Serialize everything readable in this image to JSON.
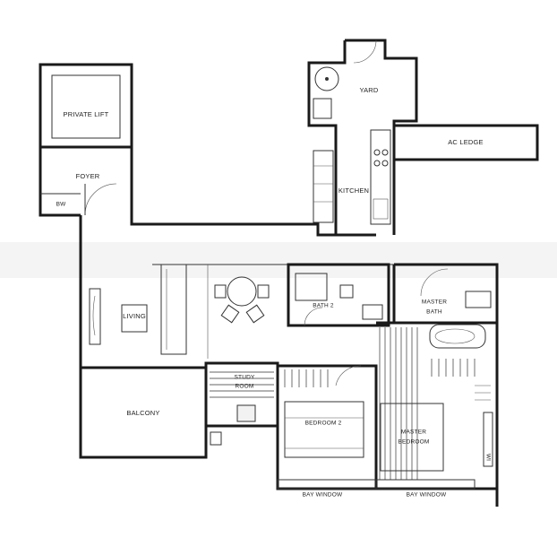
{
  "rooms": {
    "private_lift": "PRIVATE LIFT",
    "foyer": "FOYER",
    "bw_left": "BW",
    "yard": "YARD",
    "ac_ledge": "AC LEDGE",
    "kitchen": "KITCHEN",
    "living": "LIVING",
    "bath2": "BATH 2",
    "master_bath_line1": "MASTER",
    "master_bath_line2": "BATH",
    "study_line1": "STUDY",
    "study_line2": "ROOM",
    "balcony": "BALCONY",
    "bedroom2": "BEDROOM 2",
    "master_bedroom_line1": "MASTER",
    "master_bedroom_line2": "BEDROOM",
    "bay_window_1": "BAY WINDOW",
    "bay_window_2": "BAY WINDOW",
    "wic": "WI"
  }
}
